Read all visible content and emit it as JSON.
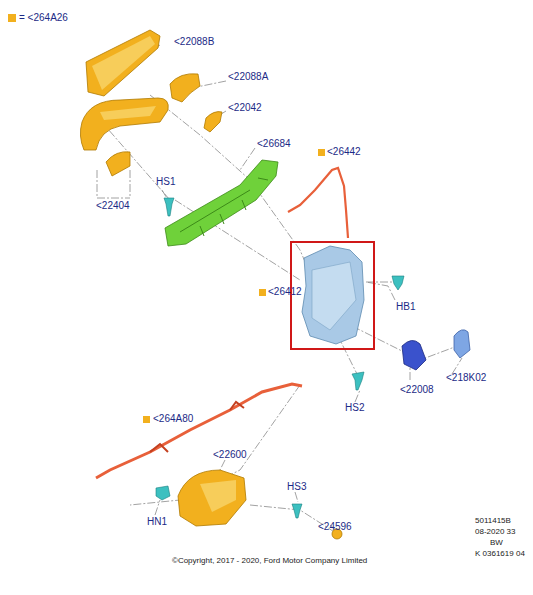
{
  "diagram": {
    "labels": [
      "<22088B",
      "<22088A",
      "<22042",
      "<26684",
      "<26442",
      "HS1",
      "<22404",
      "<26412",
      "HB1",
      "<22008",
      "<218K02",
      "HS2",
      "<264A80",
      "<22600",
      "HS3",
      "HN1",
      "<24596",
      "©Copyright, 2017 - 2020, Ford Motor Company Limited",
      "5011415B",
      "08-2020 33",
      "BW",
      "K 0361619 04"
    ],
    "legend": [
      {
        "text": "= <264A26",
        "color": "#f2b01e"
      }
    ]
  }
}
